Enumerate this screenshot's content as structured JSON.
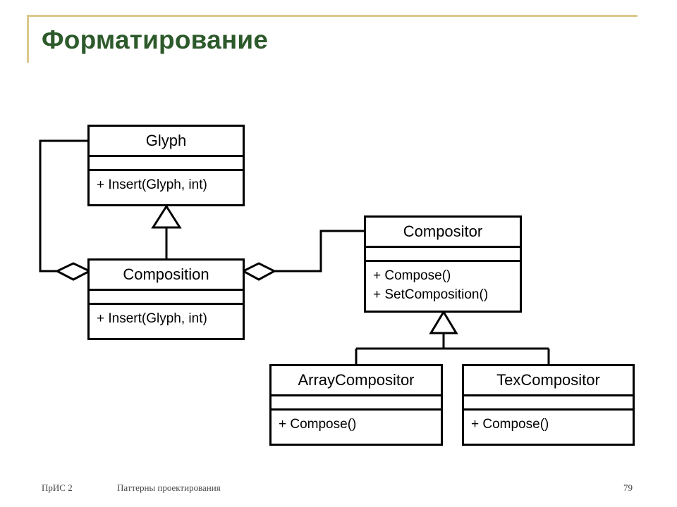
{
  "slide": {
    "title": "Форматирование",
    "footer_left": "ПрИС 2",
    "footer_center": "Паттерны проектирования",
    "page_number": "79"
  },
  "diagram": {
    "classes": [
      {
        "id": "glyph",
        "name": "Glyph",
        "operations": [
          "+ Insert(Glyph, int)"
        ]
      },
      {
        "id": "composition",
        "name": "Composition",
        "operations": [
          "+ Insert(Glyph, int)"
        ]
      },
      {
        "id": "compositor",
        "name": "Compositor",
        "operations": [
          "+ Compose()",
          "+ SetComposition()"
        ]
      },
      {
        "id": "array",
        "name": "ArrayCompositor",
        "operations": [
          "+ Compose()"
        ]
      },
      {
        "id": "tex",
        "name": "TexCompositor",
        "operations": [
          "+ Compose()"
        ]
      }
    ],
    "relations": [
      {
        "type": "generalization",
        "from": "Composition",
        "to": "Glyph"
      },
      {
        "type": "aggregation",
        "whole": "Composition",
        "part": "Glyph"
      },
      {
        "type": "aggregation",
        "whole": "Composition",
        "part": "Compositor"
      },
      {
        "type": "generalization",
        "from": "ArrayCompositor",
        "to": "Compositor"
      },
      {
        "type": "generalization",
        "from": "TexCompositor",
        "to": "Compositor"
      }
    ]
  },
  "colors": {
    "title": "#2d5a2b",
    "rule": "#d9c98a",
    "line": "#000000"
  }
}
